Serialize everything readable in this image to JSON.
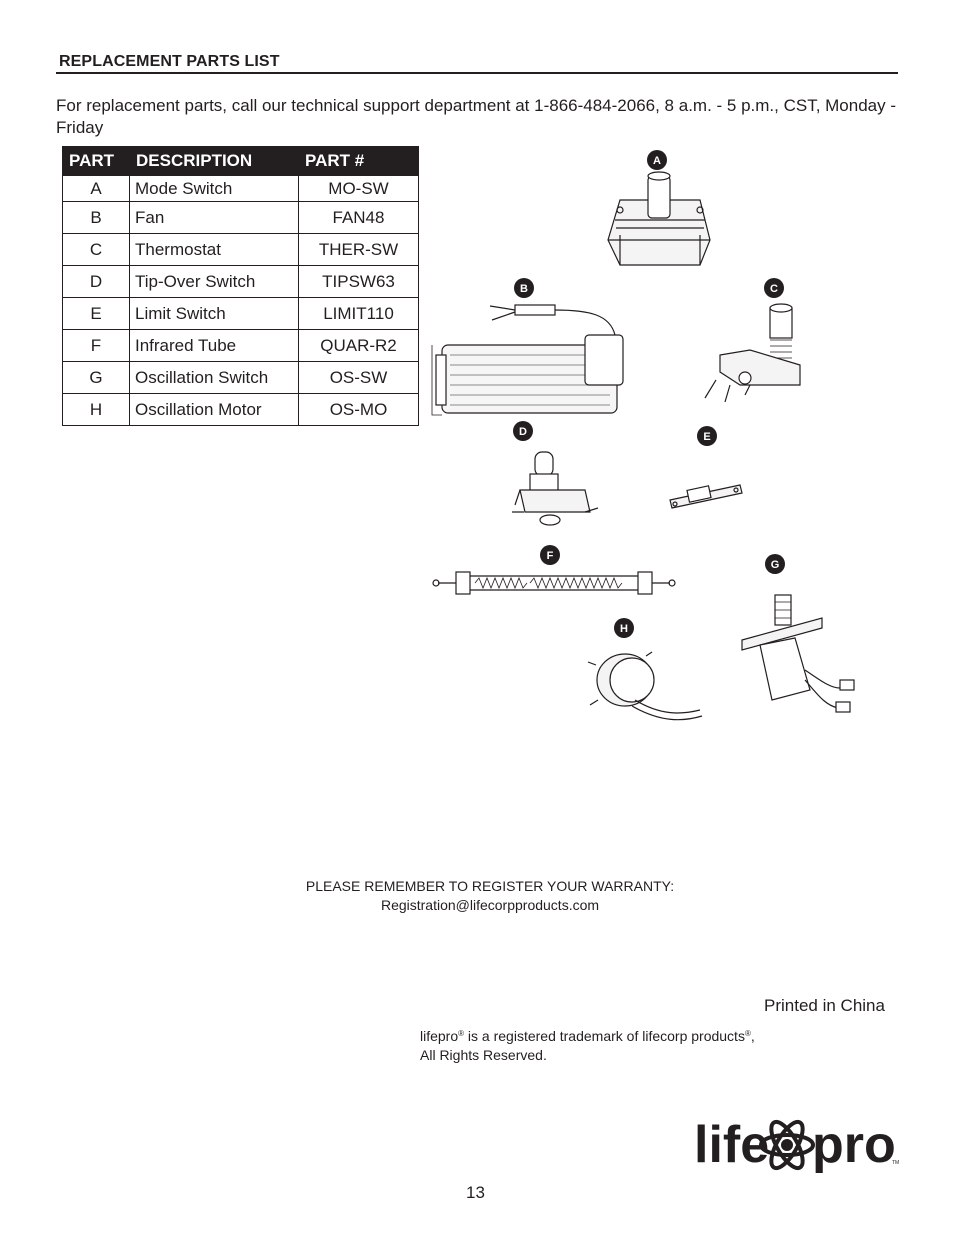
{
  "section_title": "REPLACEMENT PARTS LIST",
  "intro_text": "For replacement parts, call our technical support department at 1-866-484-2066, 8 a.m. - 5 p.m., CST, Monday - Friday",
  "table": {
    "headers": [
      "PART",
      "DESCRIPTION",
      "PART #"
    ],
    "rows": [
      {
        "part": "A",
        "description": "Mode Switch",
        "number": "MO-SW"
      },
      {
        "part": "B",
        "description": "Fan",
        "number": "FAN48"
      },
      {
        "part": "C",
        "description": "Thermostat",
        "number": "THER-SW"
      },
      {
        "part": "D",
        "description": "Tip-Over Switch",
        "number": "TIPSW63"
      },
      {
        "part": "E",
        "description": "Limit Switch",
        "number": "LIMIT110"
      },
      {
        "part": "F",
        "description": "Infrared Tube",
        "number": "QUAR-R2"
      },
      {
        "part": "G",
        "description": "Oscillation Switch",
        "number": "OS-SW"
      },
      {
        "part": "H",
        "description": "Oscillation Motor",
        "number": "OS-MO"
      }
    ]
  },
  "illustration_labels": [
    "A",
    "B",
    "C",
    "D",
    "E",
    "F",
    "G",
    "H"
  ],
  "warranty": {
    "line1": "PLEASE REMEMBER TO REGISTER YOUR WARRANTY:",
    "line2": "Registration@lifecorpproducts.com"
  },
  "printed_in": "Printed in China",
  "trademark": {
    "brand": "lifepro",
    "reg_mark": "®",
    "middle": " is a registered trademark  of lifecorp products",
    "end": ",",
    "line2": "All Rights Reserved."
  },
  "logo": {
    "left": "life",
    "right": "pro",
    "tm": "TM"
  },
  "page_number": "13"
}
